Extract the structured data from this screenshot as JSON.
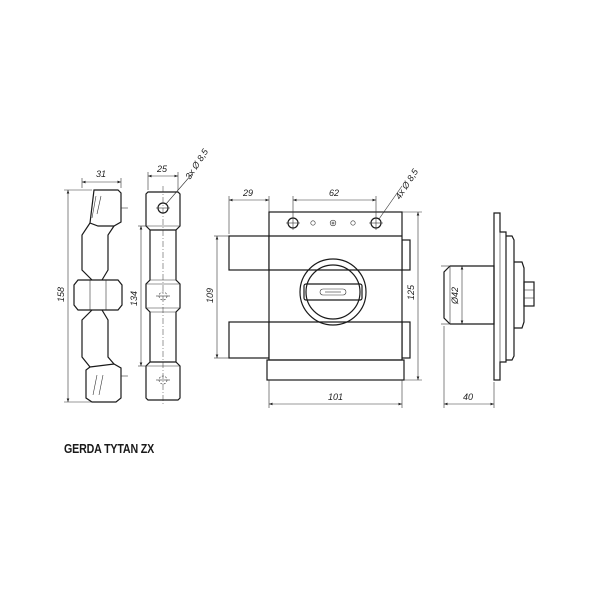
{
  "title": "GERDA TYTAN ZX",
  "dimensions": {
    "side_width": "31",
    "side_height": "158",
    "bracket_width": "25",
    "bracket_holes": "3x Ø 8,5",
    "bracket_height": "134",
    "front_offset": "29",
    "front_hole_spacing": "62",
    "front_holes": "4x Ø 8,5",
    "front_height": "109",
    "front_total_height": "125",
    "front_width": "101",
    "cylinder_diameter": "Ø42",
    "cylinder_depth": "40"
  }
}
